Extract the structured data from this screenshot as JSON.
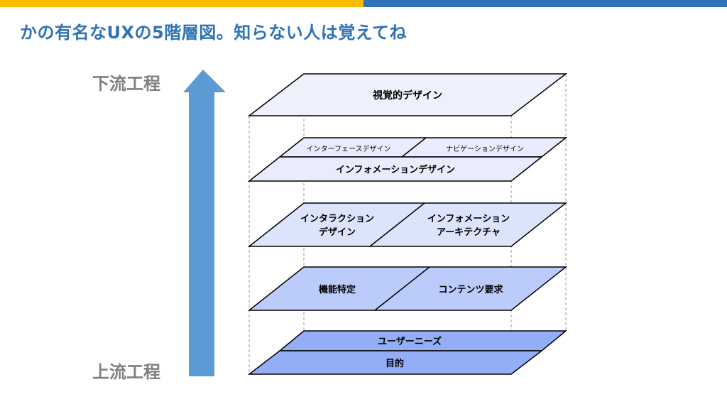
{
  "title": "かの有名なUXの5階層図。知らない人は覚えてね",
  "stage_labels": {
    "downstream": "下流工程",
    "upstream": "上流工程"
  },
  "colors": {
    "accent_yellow": "#F9BE00",
    "accent_blue": "#2F73B6",
    "arrow": "#5B9BD5",
    "plane_fill_1": "#EEF0FC",
    "plane_fill_2": "#E8ECFC",
    "plane_fill_3": "#DCE4FC",
    "plane_fill_4": "#BCCCFA",
    "plane_fill_5": "#93AEF6",
    "outline": "#000000"
  },
  "layers": {
    "surface": {
      "label": "視覚的デザイン"
    },
    "skeleton": {
      "sub_left": "インターフェースデザイン",
      "sub_right": "ナビゲーションデザイン",
      "main": "インフォメーションデザイン"
    },
    "structure": {
      "left_line1": "インタラクション",
      "left_line2": "デザイン",
      "right_line1": "インフォメーション",
      "right_line2": "アーキテクチャ"
    },
    "scope": {
      "left": "機能特定",
      "right": "コンテンツ要求"
    },
    "strategy": {
      "top": "ユーザーニーズ",
      "bottom": "目的"
    }
  }
}
